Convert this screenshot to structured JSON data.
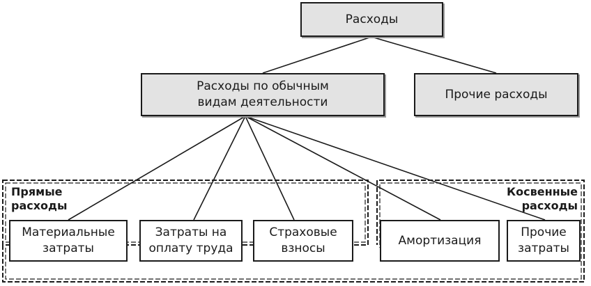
{
  "diagram": {
    "root": "Расходы",
    "ordinary": "Расходы по обычным видам деятельности",
    "other": "Прочие расходы",
    "groups": {
      "direct": "Прямые расходы",
      "indirect": "Косвенные расходы"
    },
    "leaves": {
      "materials": "Материальные затраты",
      "labor": "Затраты на оплату труда",
      "insurance": "Страховые взносы",
      "amortization": "Амортизация",
      "other_costs": "Прочие затраты"
    }
  },
  "colors": {
    "box_fill": "#e3e3e3",
    "line": "#1a1a1a",
    "box_shadow": "#9a9a9a"
  }
}
